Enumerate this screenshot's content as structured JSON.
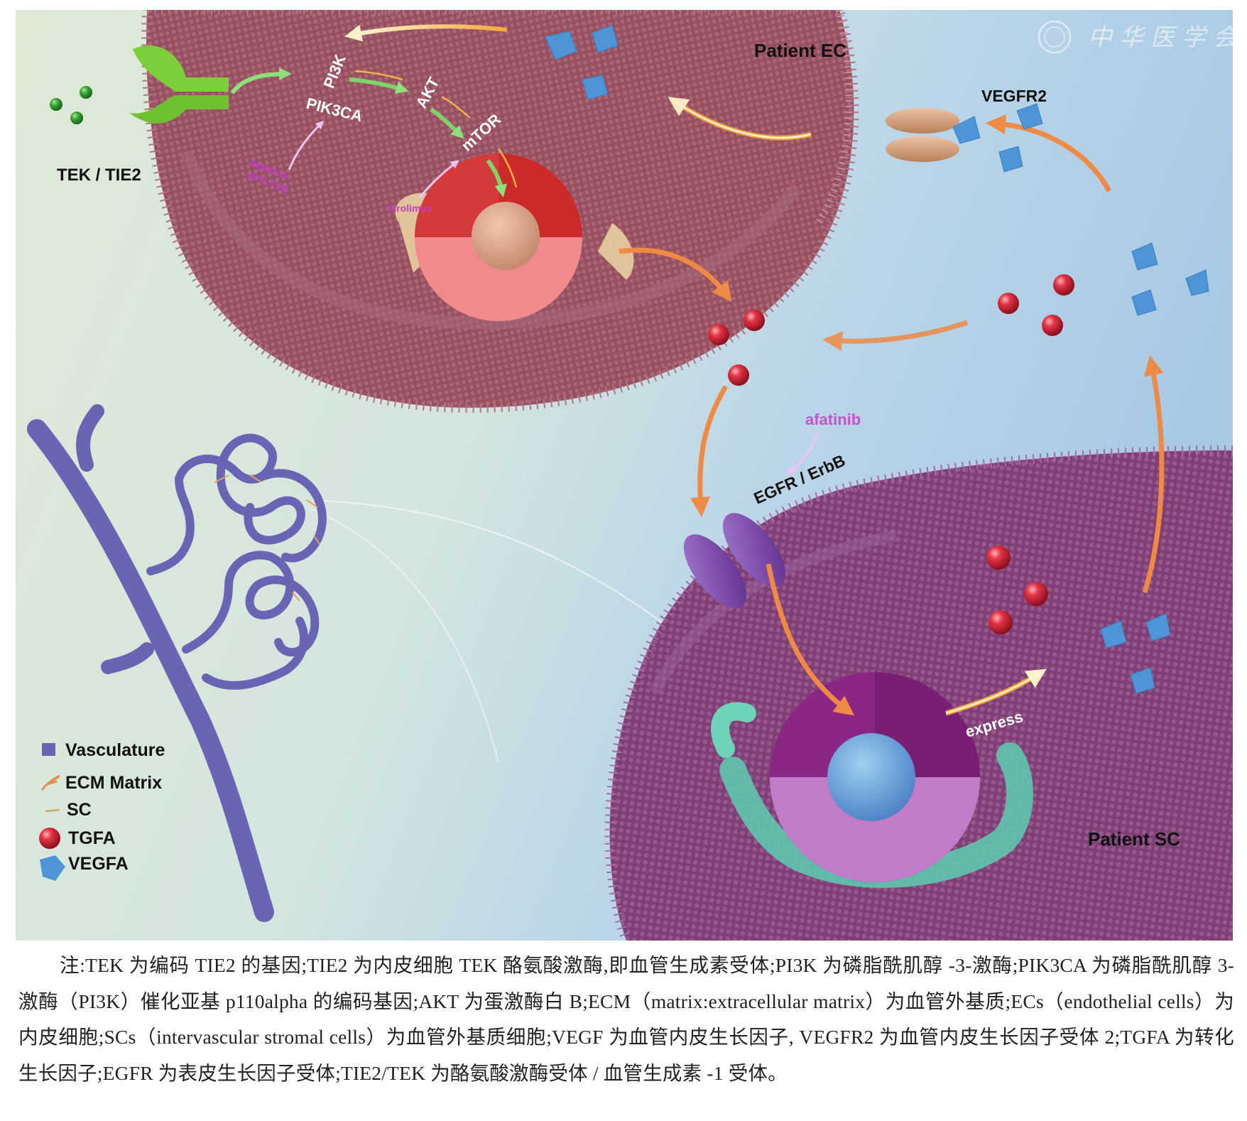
{
  "figure": {
    "cells": {
      "ec": {
        "label": "Patient EC"
      },
      "sc": {
        "label": "Patient SC"
      }
    },
    "receptors": {
      "tek": "TEK / TIE2",
      "vegfr2": "VEGFR2",
      "egfr": "EGFR / ErbB"
    },
    "pathway": {
      "pi3k": "PI3K",
      "pik3ca": "PIK3CA",
      "akt": "AKT",
      "mtor": "mTOR"
    },
    "drugs": {
      "alpelisib_line1": "Alpelisib",
      "alpelisib_line2": "(BYL719)",
      "sirolimus": "Sirolimus",
      "afatinib": "afatinib"
    },
    "arrow_labels": {
      "express": "express"
    },
    "legend": [
      {
        "icon": "vasculature-swatch",
        "label": "Vasculature"
      },
      {
        "icon": "ecm-matrix-glyph",
        "label": "ECM Matrix"
      },
      {
        "icon": "sc-line-glyph",
        "label": "SC"
      },
      {
        "icon": "tgfa-sphere",
        "label": "TGFA"
      },
      {
        "icon": "vegfa-polyhedron",
        "label": "VEGFA"
      }
    ],
    "watermark": "中华医学会",
    "colors": {
      "ec_membrane": "#9a5566",
      "sc_membrane": "#8a4a7e",
      "tek_receptor": "#7ccf3a",
      "vegfr2_receptor": "#d8a47c",
      "egfr_receptor": "#7e3fa6",
      "tgfa": "#d9263a",
      "vegfa": "#4d95d6",
      "vasculature": "#6a64b4",
      "drug_text": "#c23cc8",
      "signal_arrow": "#ee8642",
      "background_left": "#dde9d2",
      "background_right": "#a9cbe6"
    }
  },
  "caption": {
    "text": "注:TEK 为编码 TIE2 的基因;TIE2 为内皮细胞 TEK 酪氨酸激酶,即血管生成素受体;PI3K 为磷脂酰肌醇 -3-激酶;PIK3CA 为磷脂酰肌醇 3- 激酶（PI3K）催化亚基 p110alpha 的编码基因;AKT 为蛋激酶白 B;ECM（matrix:extracellular matrix）为血管外基质;ECs（endothelial cells）为内皮细胞;SCs（intervascular stromal cells）为血管外基质细胞;VEGF 为血管内皮生长因子, VEGFR2 为血管内皮生长因子受体 2;TGFA 为转化生长因子;EGFR 为表皮生长因子受体;TIE2/TEK 为酪氨酸激酶受体 / 血管生成素 -1 受体。"
  }
}
